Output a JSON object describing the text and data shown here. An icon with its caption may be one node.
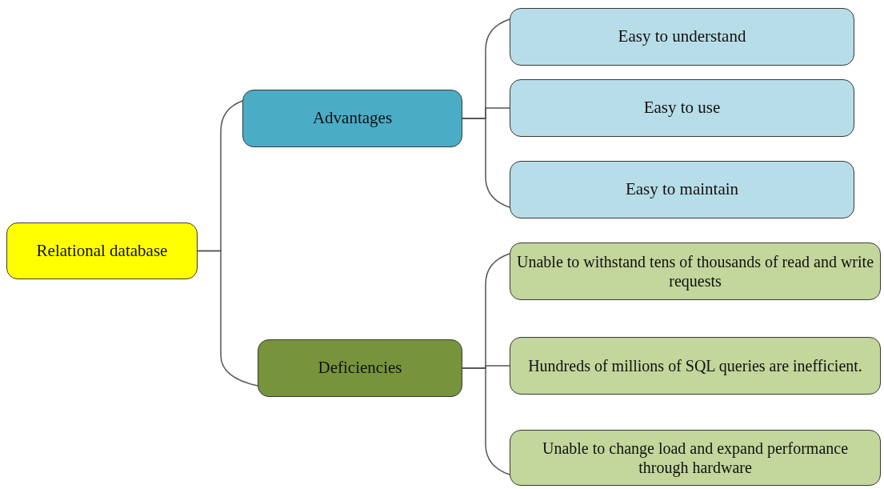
{
  "diagram": {
    "nodes": [
      {
        "text": [
          "Relational database"
        ]
      },
      {
        "text": [
          "Advantages"
        ]
      },
      {
        "text": [
          "Deficiencies"
        ]
      },
      {
        "text": [
          "Easy to understand"
        ]
      },
      {
        "text": [
          "Easy to use"
        ]
      },
      {
        "text": [
          "Easy to maintain"
        ]
      },
      {
        "text": [
          "Unable to withstand tens of thousands of read and write requests"
        ]
      },
      {
        "text": [
          "Hundreds of millions of SQL queries are inefficient."
        ]
      },
      {
        "text": [
          "Unable to change load and expand performance through hardware"
        ]
      }
    ],
    "edges": [
      {
        "from": 0,
        "to": 1,
        "arrow": "none"
      },
      {
        "from": 0,
        "to": 2,
        "arrow": "none"
      },
      {
        "from": 1,
        "to": 3,
        "arrow": "none"
      },
      {
        "from": 1,
        "to": 4,
        "arrow": "none"
      },
      {
        "from": 1,
        "to": 5,
        "arrow": "none"
      },
      {
        "from": 2,
        "to": 6,
        "arrow": "none"
      },
      {
        "from": 2,
        "to": 7,
        "arrow": "none"
      },
      {
        "from": 2,
        "to": 8,
        "arrow": "none"
      }
    ]
  }
}
